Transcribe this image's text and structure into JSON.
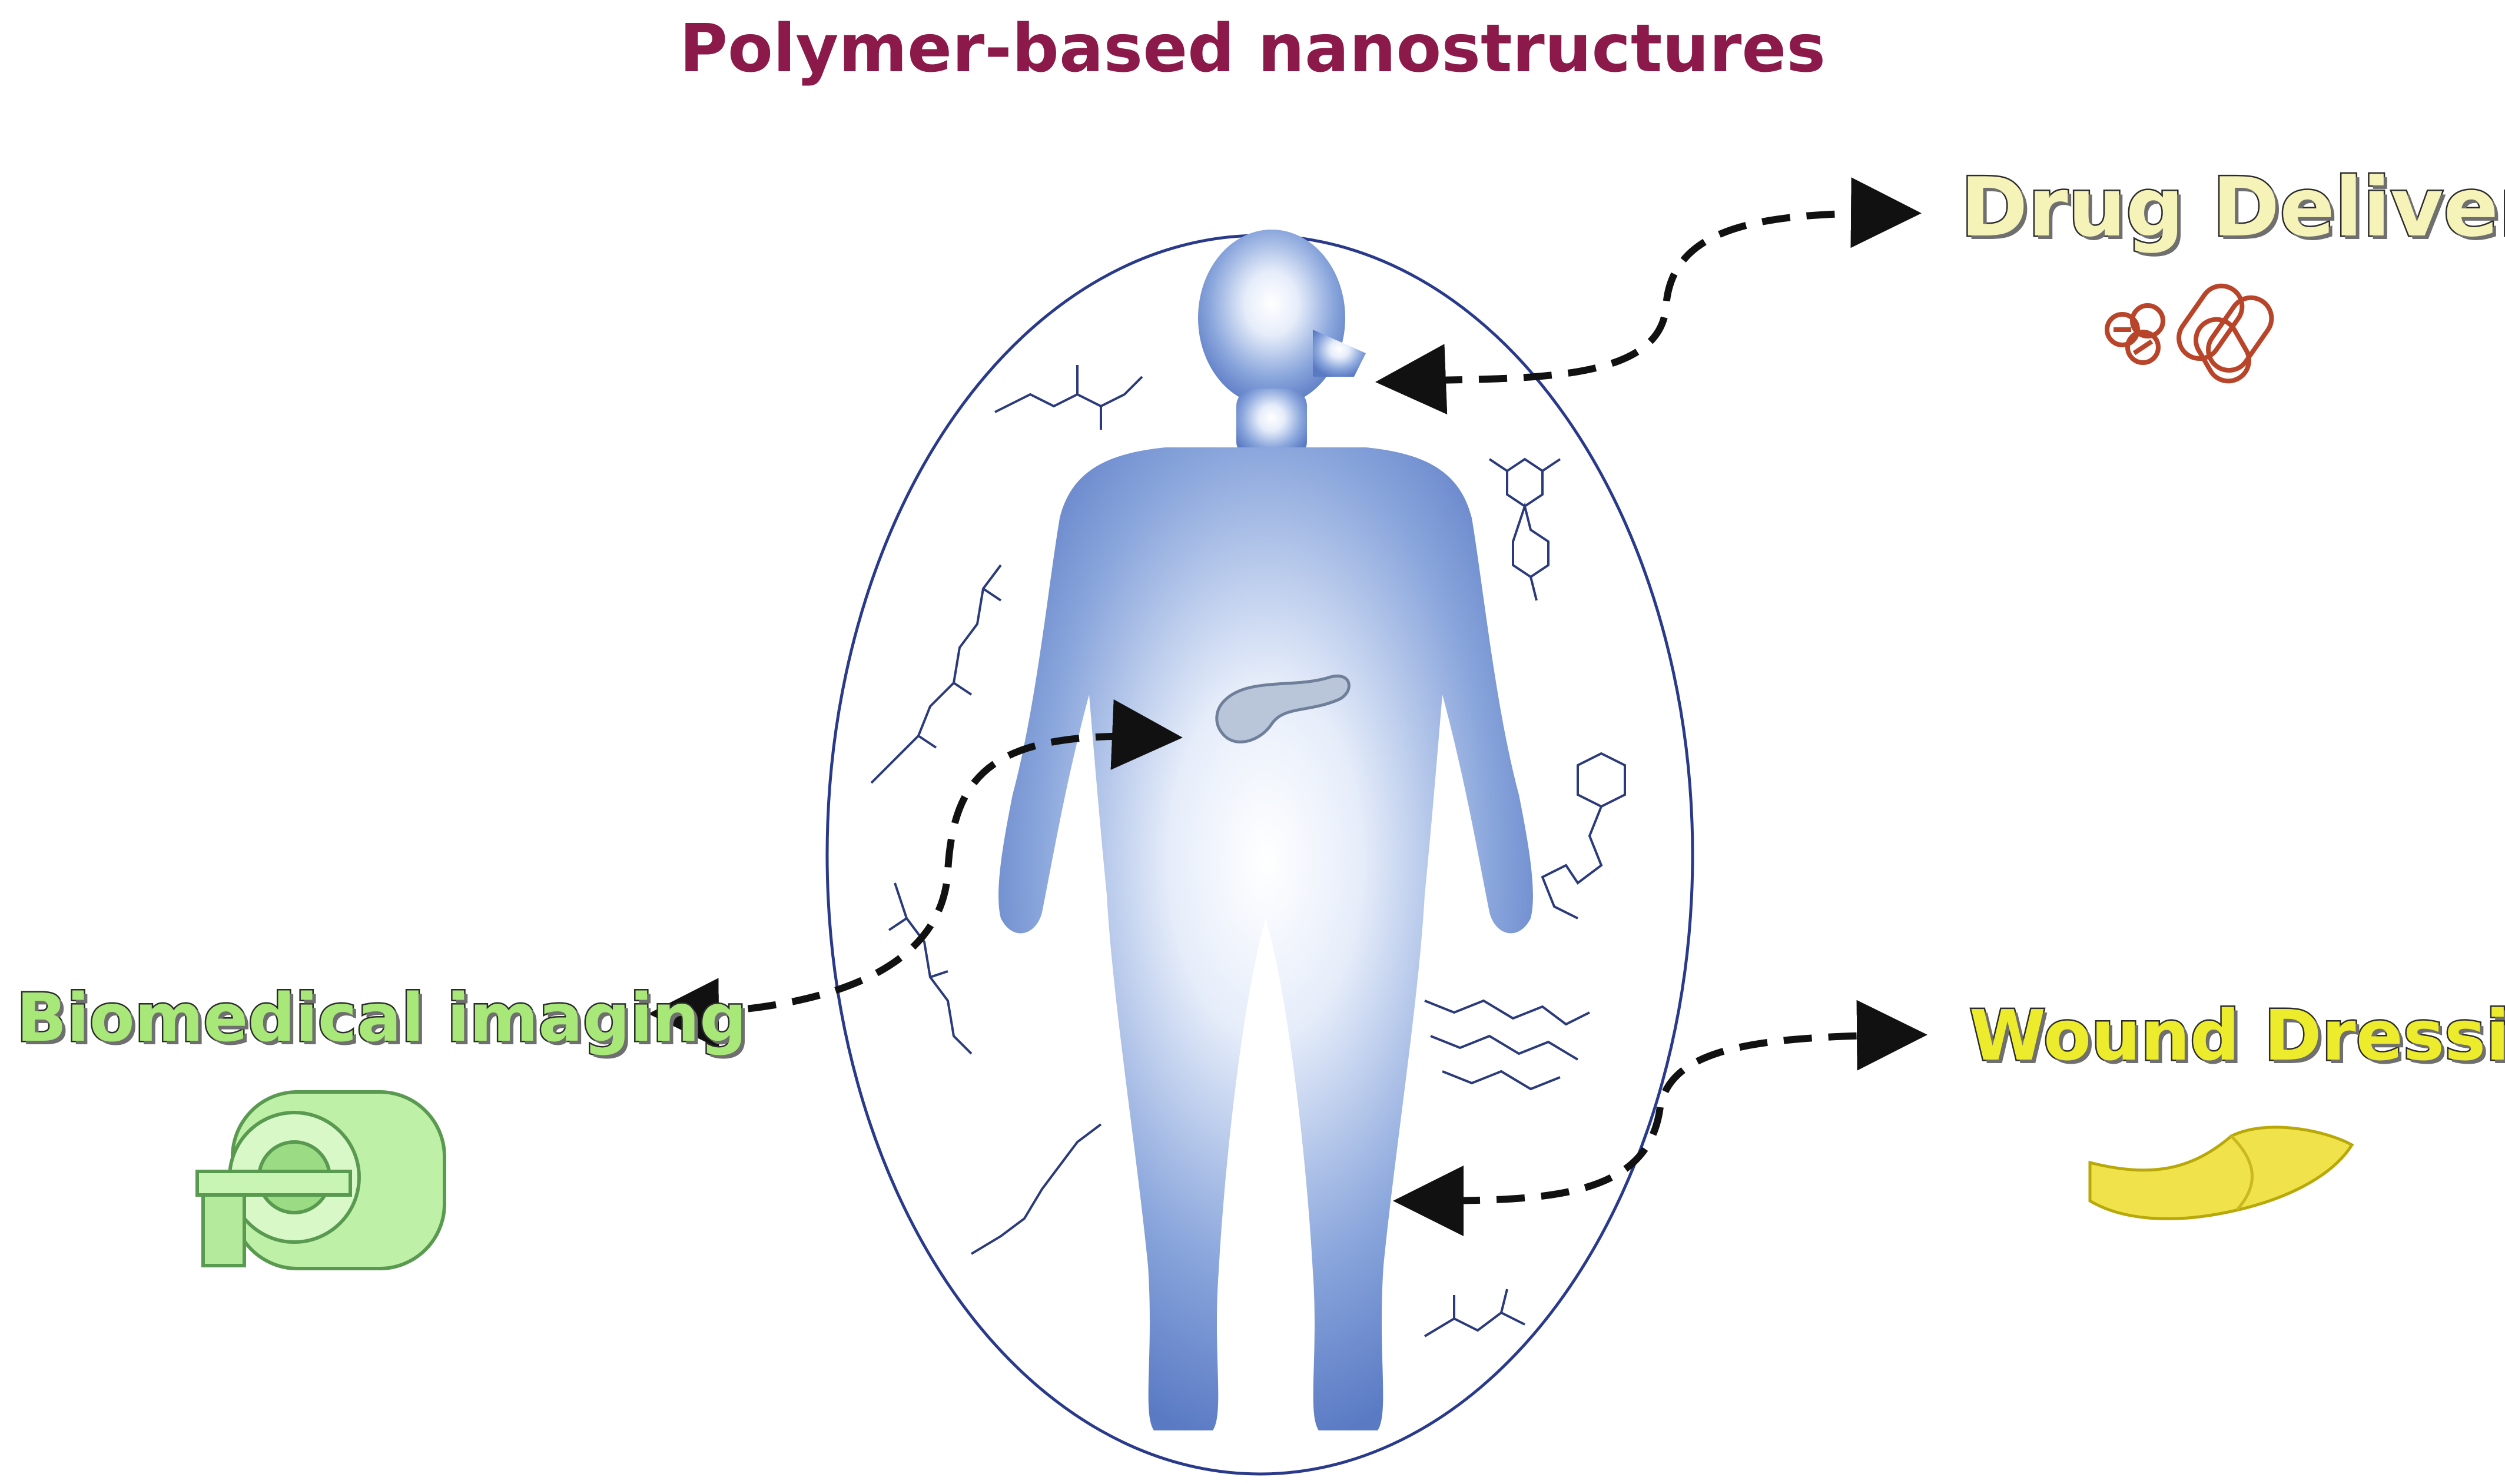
{
  "title": "Polymer-based nanostructures",
  "labels": {
    "drug_delivery": "Drug Delivery",
    "wound_dressing": "Wound Dressing",
    "biomedical_imaging": "Biomedical imaging"
  },
  "icons": {
    "drug_delivery": "pills-icon",
    "wound_dressing": "bandage-icon",
    "biomedical_imaging": "mri-scanner-icon",
    "organ": "pancreas-icon"
  },
  "colors": {
    "title": "#8b1a4a",
    "drug_delivery_label": "#f6f3b8",
    "wound_dressing_label": "#ecec2c",
    "biomedical_imaging_label": "#a8e878",
    "body": "#6f8fd0",
    "ellipse_stroke": "#2a3a8a",
    "pills": "#b8452a",
    "molecules": "#2a3a7a"
  }
}
